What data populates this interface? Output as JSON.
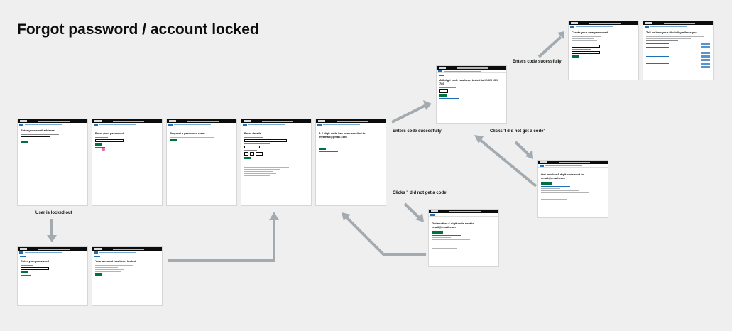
{
  "title": "Forgot password / account locked",
  "colors": {
    "arrow": "#a3aab0",
    "header": "#0b0c0c",
    "button": "#00703c",
    "link": "#1d70b8"
  },
  "labels": {
    "locked_out": "User is locked out",
    "enters_code_1": "Enters code sucessfully",
    "enters_code_2": "Enters code sucessfully",
    "didnt_get_code_1": "Clicks 'I did not get a code'",
    "didnt_get_code_2": "Clicks 'I did not get a code'"
  },
  "screens": {
    "email": {
      "heading": "Enter your email address"
    },
    "password": {
      "heading": "Enter your password"
    },
    "reset": {
      "heading": "Request a password reset"
    },
    "details": {
      "heading": "Enter details"
    },
    "code_email": {
      "heading": "A 6 digit code has been emailed to myemail@gmail.com"
    },
    "code_phone": {
      "heading": "A 6 digit code has been texted to XXXX XXX 789"
    },
    "new_password": {
      "heading": "Create your new password"
    },
    "disability": {
      "heading": "Tell us how your disability affects you"
    },
    "another_code_a": {
      "heading": "Get another 6 digit code sent to email@email.com"
    },
    "another_code_b": {
      "heading": "Get another 6 digit code sent to email@email.com"
    },
    "password_locked": {
      "heading": "Enter your password"
    },
    "account_locked": {
      "heading": "Your account has been locked"
    }
  }
}
